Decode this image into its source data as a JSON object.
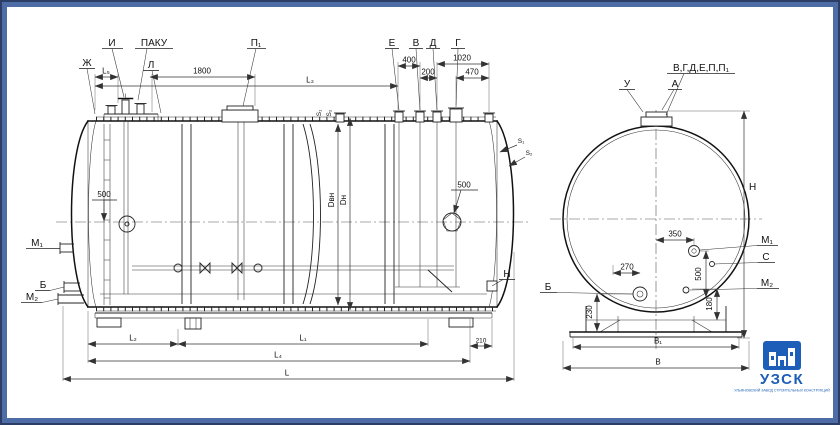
{
  "frame": {
    "border_color": "#4e6da6"
  },
  "side": {
    "items": {
      "zh": "Ж",
      "i": "И",
      "paku": "ПАКУ",
      "l": "Л",
      "p1": "П₁",
      "e": "Е",
      "v": "В",
      "d": "Д",
      "g": "Г",
      "m1": "М₁",
      "b": "Б",
      "m2": "М₂",
      "n": "Н"
    },
    "dims": {
      "l5": "L₅",
      "d1800": "1800",
      "l3": "L₃",
      "d400": "400",
      "d200": "200",
      "d1020": "1020",
      "d470": "470",
      "left500": "500",
      "right500": "500",
      "dvn": "Dвн",
      "dn": "Dн",
      "s1": "S₁",
      "s2": "S₂",
      "s1h": "S₁",
      "s2h": "S₂",
      "l2": "L₂",
      "l1": "L₁",
      "l4": "L₄",
      "total": "L",
      "d210": "210"
    }
  },
  "end": {
    "items": {
      "group": "В,Г,Д,Е,П,П₁",
      "u": "У",
      "a": "А",
      "m1": "М₁",
      "c": "С",
      "m2": "М₂",
      "b": "Б"
    },
    "dims": {
      "h": "Н",
      "d350": "350",
      "d270": "270",
      "d500": "500",
      "d230": "230",
      "d180": "180",
      "b1": "В₁",
      "b": "В"
    }
  },
  "logo": {
    "title": "УЗСК",
    "subtitle": "УЛЬЯНОВСКИЙ ЗАВОД СТРОИТЕЛЬНЫХ КОНСТРУКЦИЙ",
    "color": "#1d5fb8"
  }
}
